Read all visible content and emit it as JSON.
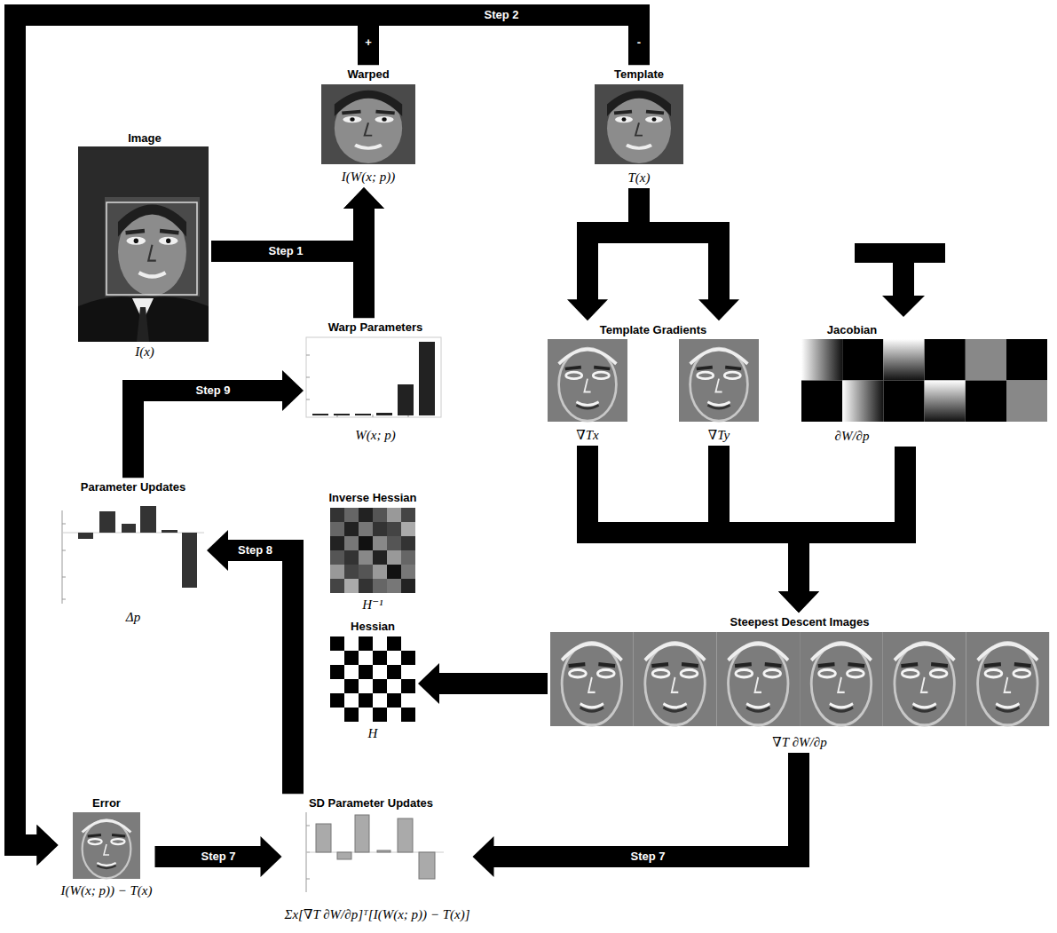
{
  "diagram": {
    "nodes": [
      {
        "text": [
          "Image",
          "I(x)"
        ]
      },
      {
        "text": [
          "Warped",
          "I(W(x; p))"
        ]
      },
      {
        "text": [
          "Template",
          "T(x)"
        ]
      },
      {
        "text": [
          "Warp Parameters",
          "W(x; p)"
        ]
      },
      {
        "text": [
          "Template Gradients",
          "∇Tx",
          "∇Ty"
        ]
      },
      {
        "text": [
          "Jacobian",
          "∂W/∂p"
        ]
      },
      {
        "text": [
          "Parameter Updates",
          "Δp"
        ]
      },
      {
        "text": [
          "Inverse Hessian",
          "H⁻¹"
        ]
      },
      {
        "text": [
          "Hessian",
          "H"
        ]
      },
      {
        "text": [
          "Steepest Descent Images",
          "∇T ∂W/∂p"
        ]
      },
      {
        "text": [
          "Error",
          "I(W(x; p)) − T(x)"
        ]
      },
      {
        "text": [
          "SD Parameter Updates",
          "Σx[∇T ∂W/∂p]ᵀ[I(W(x; p)) − T(x)]"
        ]
      }
    ],
    "edges": [
      {
        "from": 0,
        "to": 1,
        "arrow": "to",
        "label": "Step 1"
      },
      {
        "from": 3,
        "to": 1,
        "arrow": "to"
      },
      {
        "from": 1,
        "to": 10,
        "arrow": "to",
        "label": "Step 2"
      },
      {
        "from": 2,
        "to": 10,
        "arrow": "to"
      },
      {
        "from": 2,
        "to": 4,
        "arrow": "to"
      },
      {
        "from": 4,
        "to": 9,
        "arrow": "to"
      },
      {
        "from": 5,
        "to": 9,
        "arrow": "to"
      },
      {
        "from": 9,
        "to": 8,
        "arrow": "to"
      },
      {
        "from": 9,
        "to": 11,
        "arrow": "to",
        "label": "Step 7"
      },
      {
        "from": 10,
        "to": 11,
        "arrow": "to",
        "label": "Step 7"
      },
      {
        "from": 11,
        "to": 6,
        "arrow": "to",
        "label": "Step 8"
      },
      {
        "from": 6,
        "to": 3,
        "arrow": "to",
        "label": "Step 9"
      }
    ],
    "labels": [
      "+",
      "-"
    ]
  }
}
